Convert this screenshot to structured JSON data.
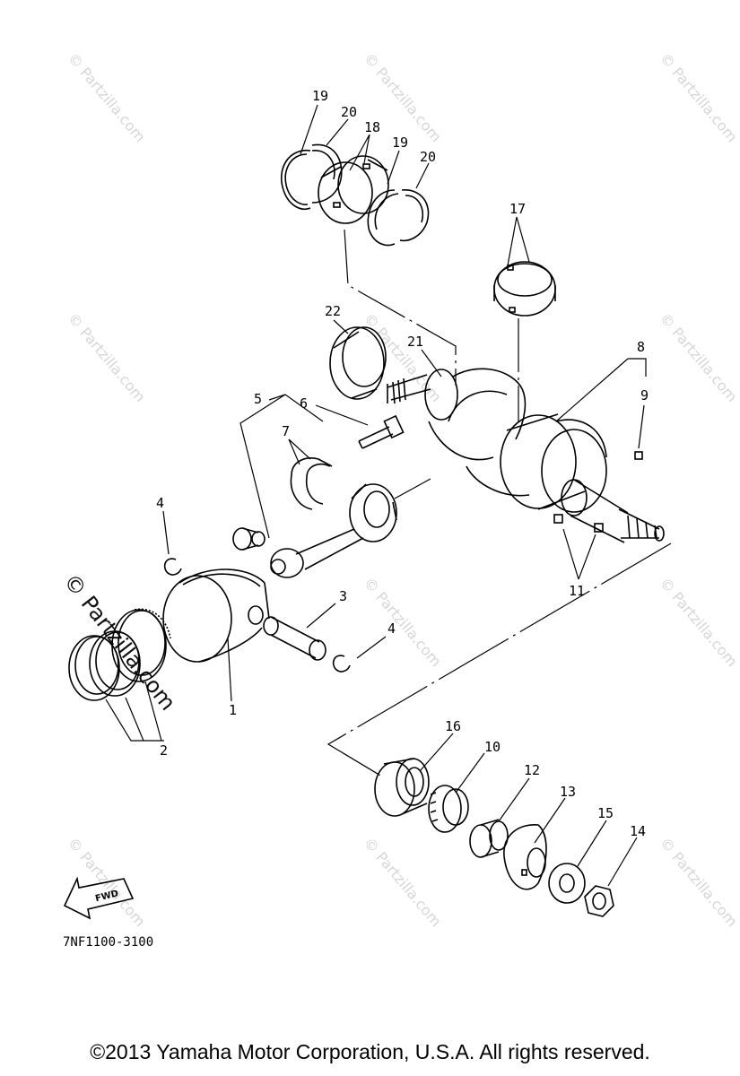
{
  "callouts": [
    {
      "id": "19a",
      "label": "19"
    },
    {
      "id": "20a",
      "label": "20"
    },
    {
      "id": "18",
      "label": "18"
    },
    {
      "id": "19b",
      "label": "19"
    },
    {
      "id": "20b",
      "label": "20"
    },
    {
      "id": "17",
      "label": "17"
    },
    {
      "id": "22",
      "label": "22"
    },
    {
      "id": "21",
      "label": "21"
    },
    {
      "id": "8",
      "label": "8"
    },
    {
      "id": "9",
      "label": "9"
    },
    {
      "id": "5",
      "label": "5"
    },
    {
      "id": "6",
      "label": "6"
    },
    {
      "id": "7",
      "label": "7"
    },
    {
      "id": "4a",
      "label": "4"
    },
    {
      "id": "3",
      "label": "3"
    },
    {
      "id": "4b",
      "label": "4"
    },
    {
      "id": "1",
      "label": "1"
    },
    {
      "id": "2",
      "label": "2"
    },
    {
      "id": "11",
      "label": "11"
    },
    {
      "id": "16",
      "label": "16"
    },
    {
      "id": "10",
      "label": "10"
    },
    {
      "id": "12",
      "label": "12"
    },
    {
      "id": "13",
      "label": "13"
    },
    {
      "id": "15",
      "label": "15"
    },
    {
      "id": "14",
      "label": "14"
    }
  ],
  "watermark": {
    "text": "© Partzilla.com"
  },
  "fwd_label": "FWD",
  "part_number": "7NF1100-3100",
  "copyright": "©2013  Yamaha Motor Corporation, U.S.A. All rights reserved."
}
